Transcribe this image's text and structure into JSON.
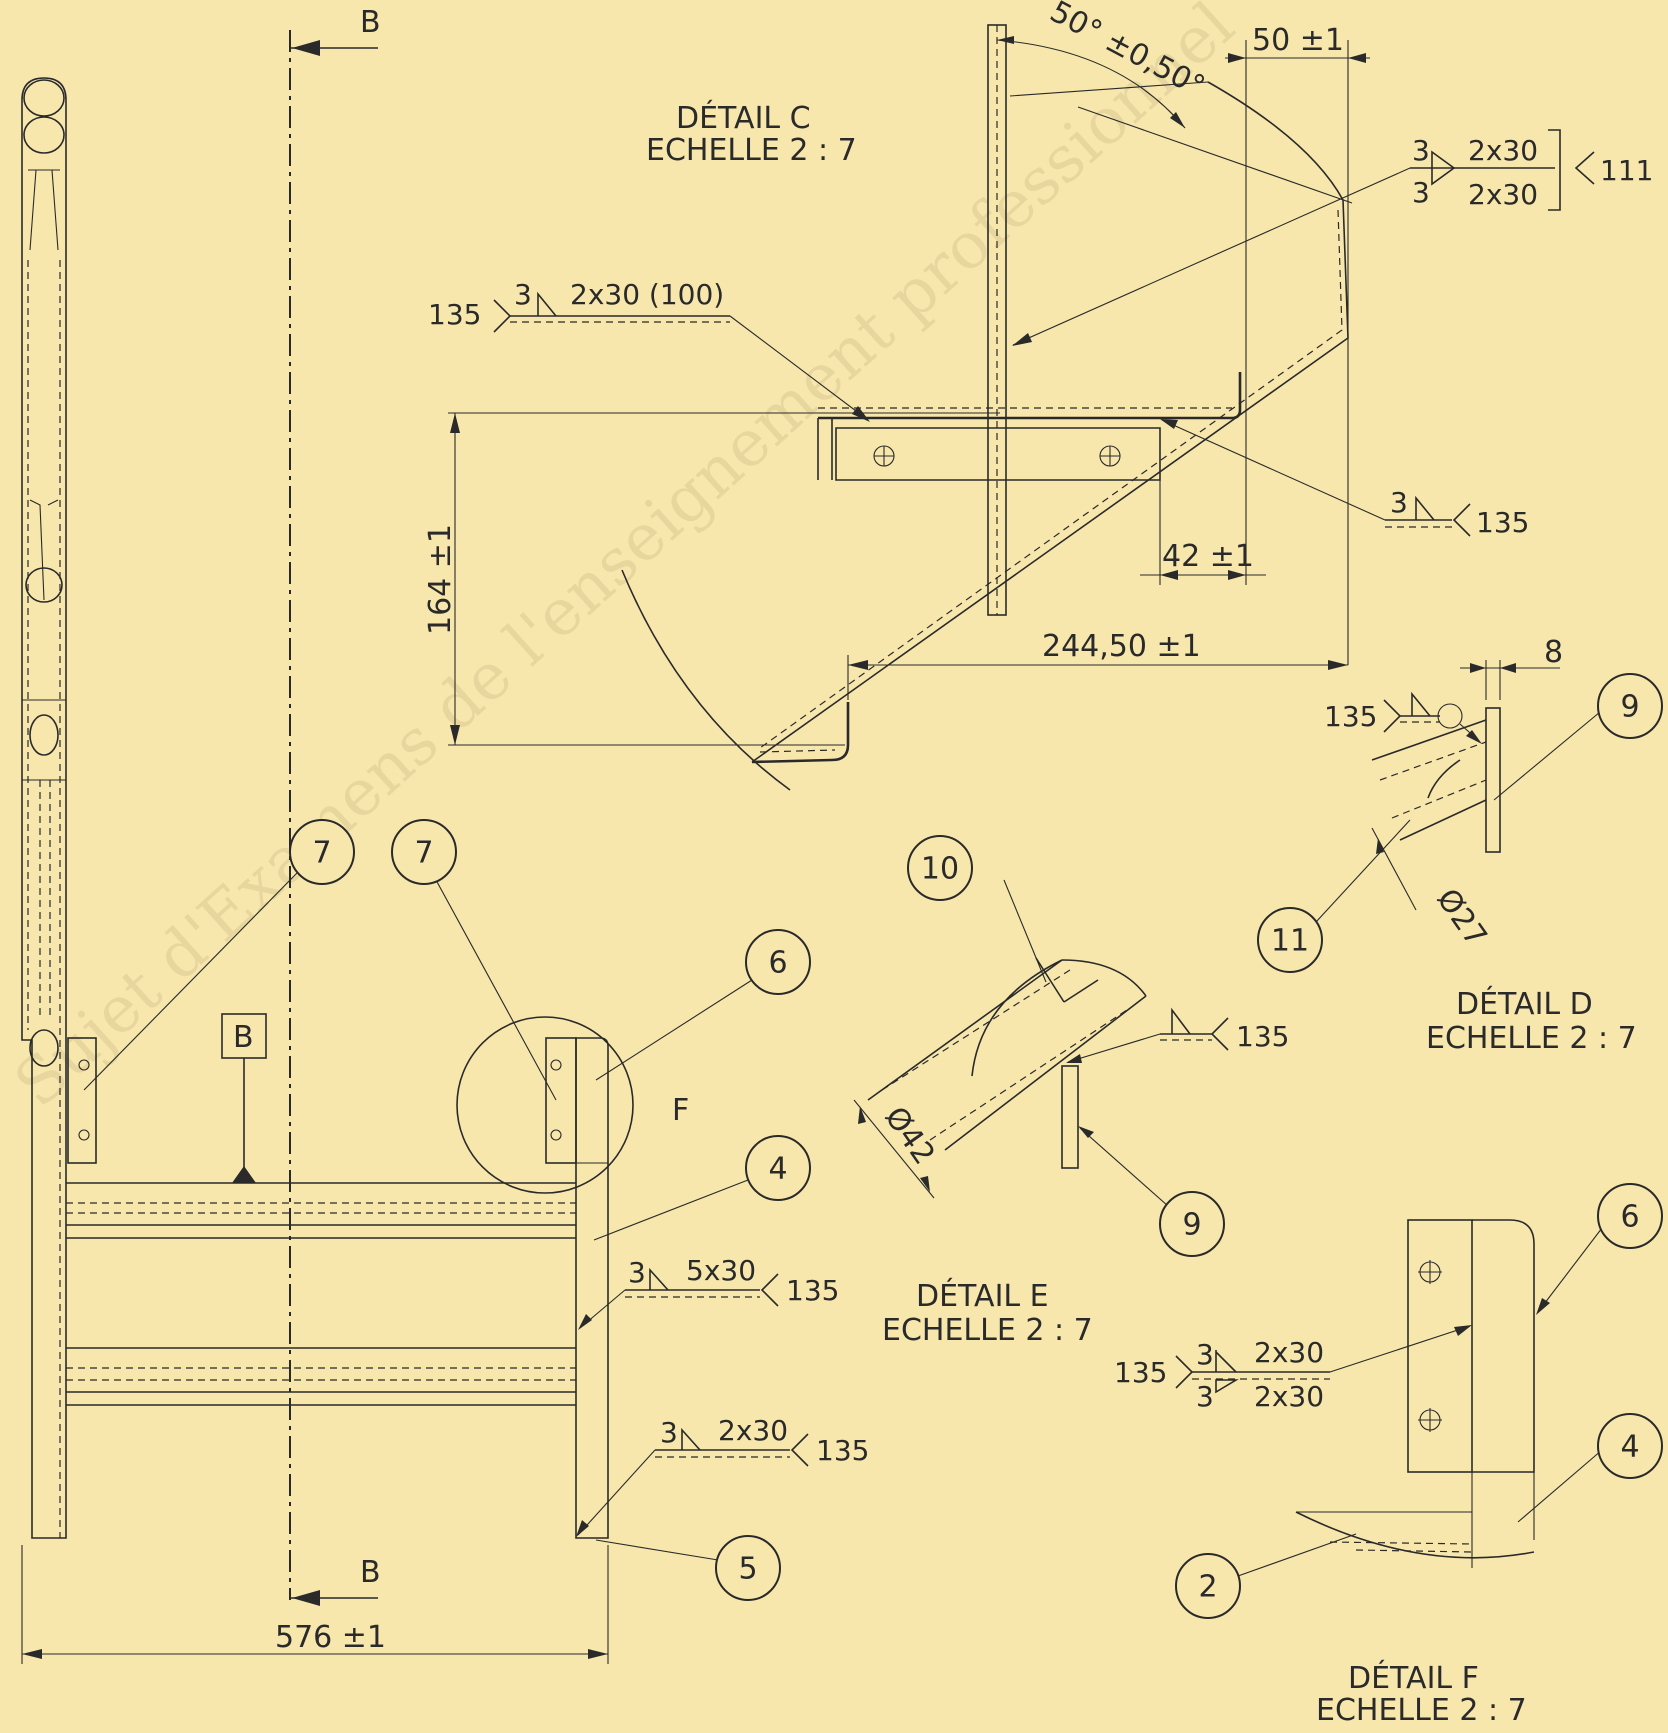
{
  "watermark": "Sujet d'Examens de l'enseignement professionnel",
  "section_marks": {
    "top": "B",
    "bottom": "B",
    "datum": "B"
  },
  "overall_width": "576 ±1",
  "detail_c": {
    "title": "DÉTAIL C",
    "scale": "ECHELLE 2 : 7",
    "angle": "50° ±0,50°",
    "dim_top": "50 ±1",
    "dim_height": "164 ±1",
    "dim_inner": "42 ±1",
    "dim_width": "244,50 ±1",
    "weld_left": {
      "process": "135",
      "size": "3",
      "spec": "2x30 (100)"
    },
    "weld_right": {
      "size_top": "3",
      "spec_top": "2x30",
      "size_bottom": "3",
      "spec_bottom": "2x30",
      "process": "111"
    },
    "weld_lower": {
      "size": "3",
      "process": "135"
    }
  },
  "detail_d": {
    "title": "DÉTAIL D",
    "scale": "ECHELLE 2 : 7",
    "dim_thickness": "8",
    "dim_diameter": "Ø27",
    "weld_process": "135"
  },
  "detail_e": {
    "title": "DÉTAIL E",
    "scale": "ECHELLE 2 : 7",
    "dim_diameter": "Ø42",
    "weld_process": "135"
  },
  "detail_f": {
    "title": "DÉTAIL F",
    "scale": "ECHELLE 2 : 7",
    "weld_process": "135",
    "size_top": "3",
    "spec_top": "2x30",
    "size_bottom": "3",
    "spec_bottom": "2x30"
  },
  "main_view": {
    "detail_marker": "F",
    "weld_upper": {
      "size": "3",
      "spec": "5x30",
      "process": "135"
    },
    "weld_lower": {
      "size": "3",
      "spec": "2x30",
      "process": "135"
    }
  },
  "balloons": {
    "b7a": "7",
    "b7b": "7",
    "b6": "6",
    "b4": "4",
    "b5": "5",
    "b10": "10",
    "b9e": "9",
    "b9d": "9",
    "b11": "11",
    "b6f": "6",
    "b4f": "4",
    "b2f": "2"
  }
}
